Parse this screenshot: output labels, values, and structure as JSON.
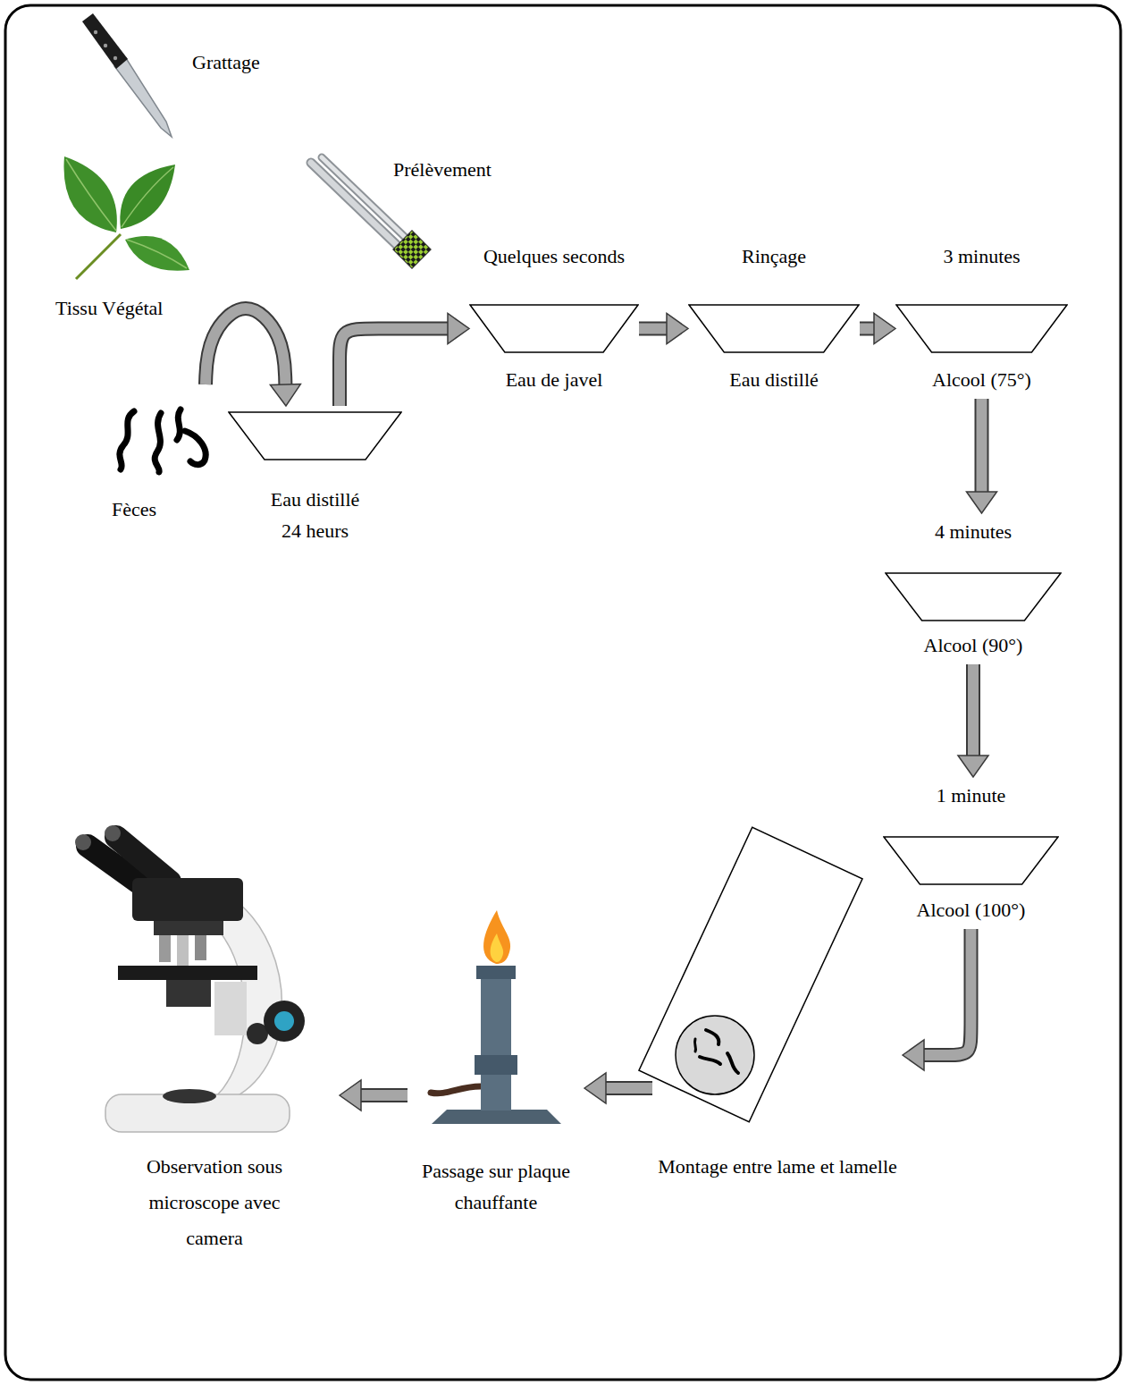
{
  "diagram": {
    "nodes": [
      {
        "text": [
          "Grattage"
        ]
      },
      {
        "text": [
          "Prélèvement"
        ]
      },
      {
        "text": [
          "Tissu Végétal"
        ]
      },
      {
        "text": [
          "Fèces"
        ]
      },
      {
        "text": [
          "Eau distillé 24 heurs"
        ]
      },
      {
        "text": [
          "Quelques seconds",
          "Eau de javel"
        ]
      },
      {
        "text": [
          "Rinçage",
          "Eau distillé"
        ]
      },
      {
        "text": [
          "3 minutes",
          "Alcool (75°)"
        ]
      },
      {
        "text": [
          "4 minutes",
          "Alcool (90°)"
        ]
      },
      {
        "text": [
          "1 minute",
          "Alcool (100°)"
        ]
      },
      {
        "text": [
          "Montage entre lame et lamelle"
        ]
      },
      {
        "text": [
          "Passage sur plaque chauffante"
        ]
      },
      {
        "text": [
          "Observation sous microscope avec camera"
        ]
      }
    ],
    "edges": [
      {
        "from": 3,
        "to": 4,
        "arrow": "to"
      },
      {
        "from": 4,
        "to": 5,
        "arrow": "to"
      },
      {
        "from": 5,
        "to": 6,
        "arrow": "to"
      },
      {
        "from": 6,
        "to": 7,
        "arrow": "to"
      },
      {
        "from": 7,
        "to": 8,
        "arrow": "to"
      },
      {
        "from": 8,
        "to": 9,
        "arrow": "to"
      },
      {
        "from": 9,
        "to": 10,
        "arrow": "to"
      },
      {
        "from": 10,
        "to": 11,
        "arrow": "to"
      },
      {
        "from": 11,
        "to": 12,
        "arrow": "to"
      }
    ]
  }
}
